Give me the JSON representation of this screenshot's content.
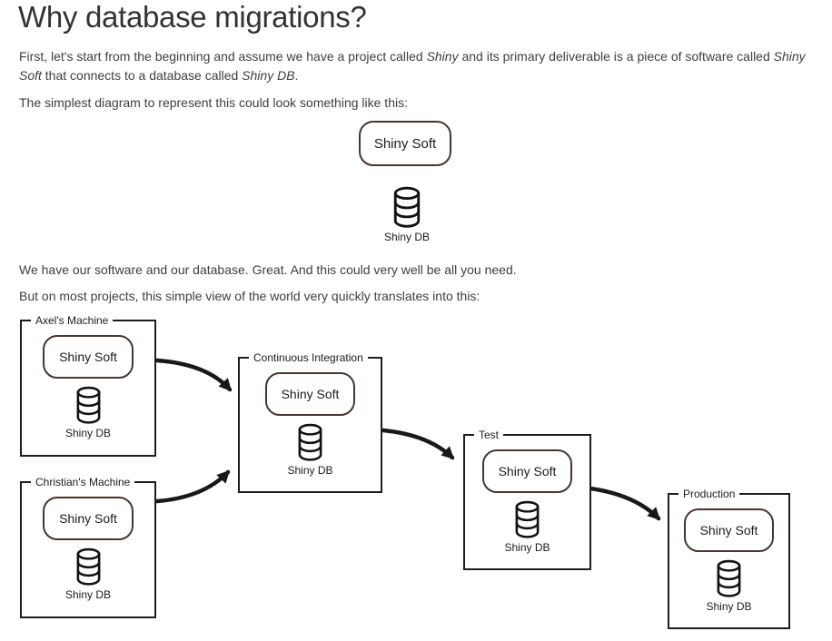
{
  "header": {
    "title": "Why database migrations?"
  },
  "intro": {
    "part1": "First, let's start from the beginning and assume we have a project called ",
    "em1": "Shiny",
    "part2": " and its primary deliverable is a piece of software called ",
    "em2": "Shiny Soft",
    "part3": " that connects to a database called ",
    "em3": "Shiny DB",
    "part4": "."
  },
  "paragraphs": {
    "simplest": "The simplest diagram to represent this could look something like this:",
    "great": "We have our software and our database. Great. And this could very well be all you need.",
    "translates": "But on most projects, this simple view of the world very quickly translates into this:"
  },
  "simple_diagram": {
    "soft": "Shiny Soft",
    "db": "Shiny DB"
  },
  "env_diagram": {
    "nodes": [
      {
        "title": "Axel's Machine",
        "soft": "Shiny Soft",
        "db": "Shiny DB"
      },
      {
        "title": "Christian's Machine",
        "soft": "Shiny Soft",
        "db": "Shiny DB"
      },
      {
        "title": "Continuous Integration",
        "soft": "Shiny Soft",
        "db": "Shiny DB"
      },
      {
        "title": "Test",
        "soft": "Shiny Soft",
        "db": "Shiny DB"
      },
      {
        "title": "Production",
        "soft": "Shiny Soft",
        "db": "Shiny DB"
      }
    ]
  },
  "colors": {
    "ink": "#191919",
    "soft_box_border": "#45362f",
    "body_text": "#3e3e3e",
    "heading_text": "#333333"
  }
}
